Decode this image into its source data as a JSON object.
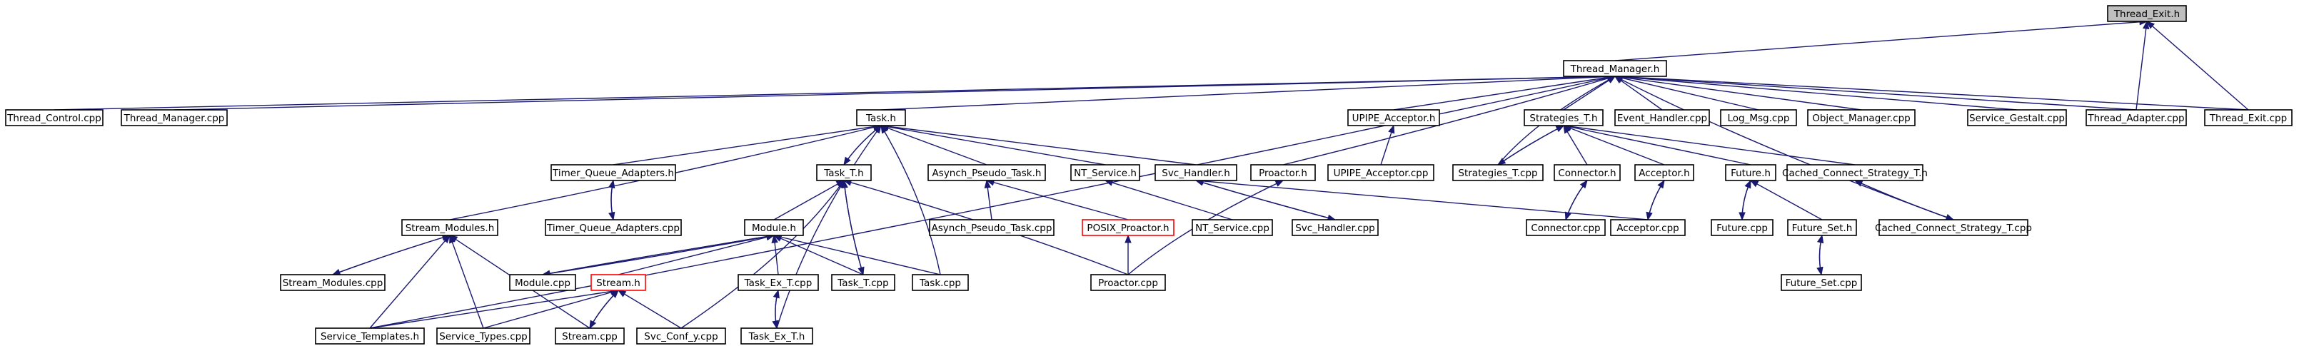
{
  "graph": {
    "edge_color": "#191970",
    "root_fill": "#bfbfbf",
    "highlight_border": "#ff0000",
    "nodes": [
      {
        "id": "thread_exit_h",
        "label": "Thread_Exit.h",
        "root": true
      },
      {
        "id": "thread_manager_h",
        "label": "Thread_Manager.h"
      },
      {
        "id": "thread_control_cpp",
        "label": "Thread_Control.cpp"
      },
      {
        "id": "thread_manager_cpp",
        "label": "Thread_Manager.cpp"
      },
      {
        "id": "task_h",
        "label": "Task.h"
      },
      {
        "id": "upipe_acceptor_h",
        "label": "UPIPE_Acceptor.h"
      },
      {
        "id": "strategies_t_h",
        "label": "Strategies_T.h"
      },
      {
        "id": "event_handler_cpp",
        "label": "Event_Handler.cpp"
      },
      {
        "id": "log_msg_cpp",
        "label": "Log_Msg.cpp"
      },
      {
        "id": "object_manager_cpp",
        "label": "Object_Manager.cpp"
      },
      {
        "id": "service_gestalt_cpp",
        "label": "Service_Gestalt.cpp"
      },
      {
        "id": "thread_adapter_cpp",
        "label": "Thread_Adapter.cpp"
      },
      {
        "id": "thread_exit_cpp",
        "label": "Thread_Exit.cpp"
      },
      {
        "id": "task_t_h",
        "label": "Task_T.h"
      },
      {
        "id": "timer_queue_adapters_h",
        "label": "Timer_Queue_Adapters.h"
      },
      {
        "id": "asynch_pseudo_task_h",
        "label": "Asynch_Pseudo_Task.h"
      },
      {
        "id": "nt_service_h",
        "label": "NT_Service.h"
      },
      {
        "id": "svc_handler_h",
        "label": "Svc_Handler.h"
      },
      {
        "id": "proactor_h",
        "label": "Proactor.h"
      },
      {
        "id": "upipe_acceptor_cpp",
        "label": "UPIPE_Acceptor.cpp"
      },
      {
        "id": "strategies_t_cpp",
        "label": "Strategies_T.cpp"
      },
      {
        "id": "connector_h",
        "label": "Connector.h"
      },
      {
        "id": "acceptor_h",
        "label": "Acceptor.h"
      },
      {
        "id": "future_h",
        "label": "Future.h"
      },
      {
        "id": "cached_connect_strategy_t_h",
        "label": "Cached_Connect_Strategy_T.h"
      },
      {
        "id": "stream_modules_h",
        "label": "Stream_Modules.h"
      },
      {
        "id": "timer_queue_adapters_cpp",
        "label": "Timer_Queue_Adapters.cpp"
      },
      {
        "id": "module_h",
        "label": "Module.h"
      },
      {
        "id": "asynch_pseudo_task_cpp",
        "label": "Asynch_Pseudo_Task.cpp"
      },
      {
        "id": "posix_proactor_h",
        "label": "POSIX_Proactor.h",
        "highlight": true
      },
      {
        "id": "nt_service_cpp",
        "label": "NT_Service.cpp"
      },
      {
        "id": "svc_handler_cpp",
        "label": "Svc_Handler.cpp"
      },
      {
        "id": "connector_cpp",
        "label": "Connector.cpp"
      },
      {
        "id": "acceptor_cpp",
        "label": "Acceptor.cpp"
      },
      {
        "id": "future_cpp",
        "label": "Future.cpp"
      },
      {
        "id": "future_set_h",
        "label": "Future_Set.h"
      },
      {
        "id": "cached_connect_strategy_t_cpp",
        "label": "Cached_Connect_Strategy_T.cpp"
      },
      {
        "id": "stream_modules_cpp",
        "label": "Stream_Modules.cpp"
      },
      {
        "id": "module_cpp",
        "label": "Module.cpp"
      },
      {
        "id": "stream_h",
        "label": "Stream.h",
        "highlight": true
      },
      {
        "id": "task_t_cpp",
        "label": "Task_T.cpp"
      },
      {
        "id": "task_cpp",
        "label": "Task.cpp"
      },
      {
        "id": "proactor_cpp",
        "label": "Proactor.cpp"
      },
      {
        "id": "task_ex_t_cpp",
        "label": "Task_Ex_T.cpp"
      },
      {
        "id": "future_set_cpp",
        "label": "Future_Set.cpp"
      },
      {
        "id": "service_templates_h",
        "label": "Service_Templates.h"
      },
      {
        "id": "service_types_cpp",
        "label": "Service_Types.cpp"
      },
      {
        "id": "stream_cpp",
        "label": "Stream.cpp"
      },
      {
        "id": "svc_conf_y_cpp",
        "label": "Svc_Conf_y.cpp"
      },
      {
        "id": "task_ex_t_h",
        "label": "Task_Ex_T.h"
      }
    ]
  }
}
